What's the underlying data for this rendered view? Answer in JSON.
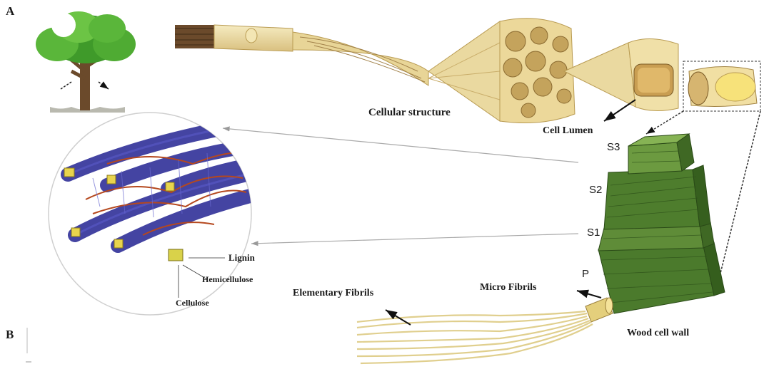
{
  "panels": {
    "a": "A",
    "b": "B"
  },
  "labels": {
    "cellular_structure": "Cellular structure",
    "cell_lumen": "Cell Lumen",
    "s3": "S3",
    "s2": "S2",
    "s1": "S1",
    "p": "P",
    "micro_fibrils": "Micro Fibrils",
    "elementary_fibrils": "Elementary Fibrils",
    "wood_cell_wall": "Wood cell wall",
    "lignin": "Lignin",
    "hemicellulose": "Hemicellulose",
    "cellulose": "Cellulose"
  },
  "colors": {
    "wood_light": "#f3e6b4",
    "wood_mid": "#e2cf8e",
    "wood_dark": "#b99b52",
    "wall_green": "#4f7d2f",
    "fibril_blue": "#3a3a9e",
    "lignin_red": "#b5481e",
    "tree_green": "#4caf2f",
    "trunk_brown": "#6b4a2b"
  }
}
